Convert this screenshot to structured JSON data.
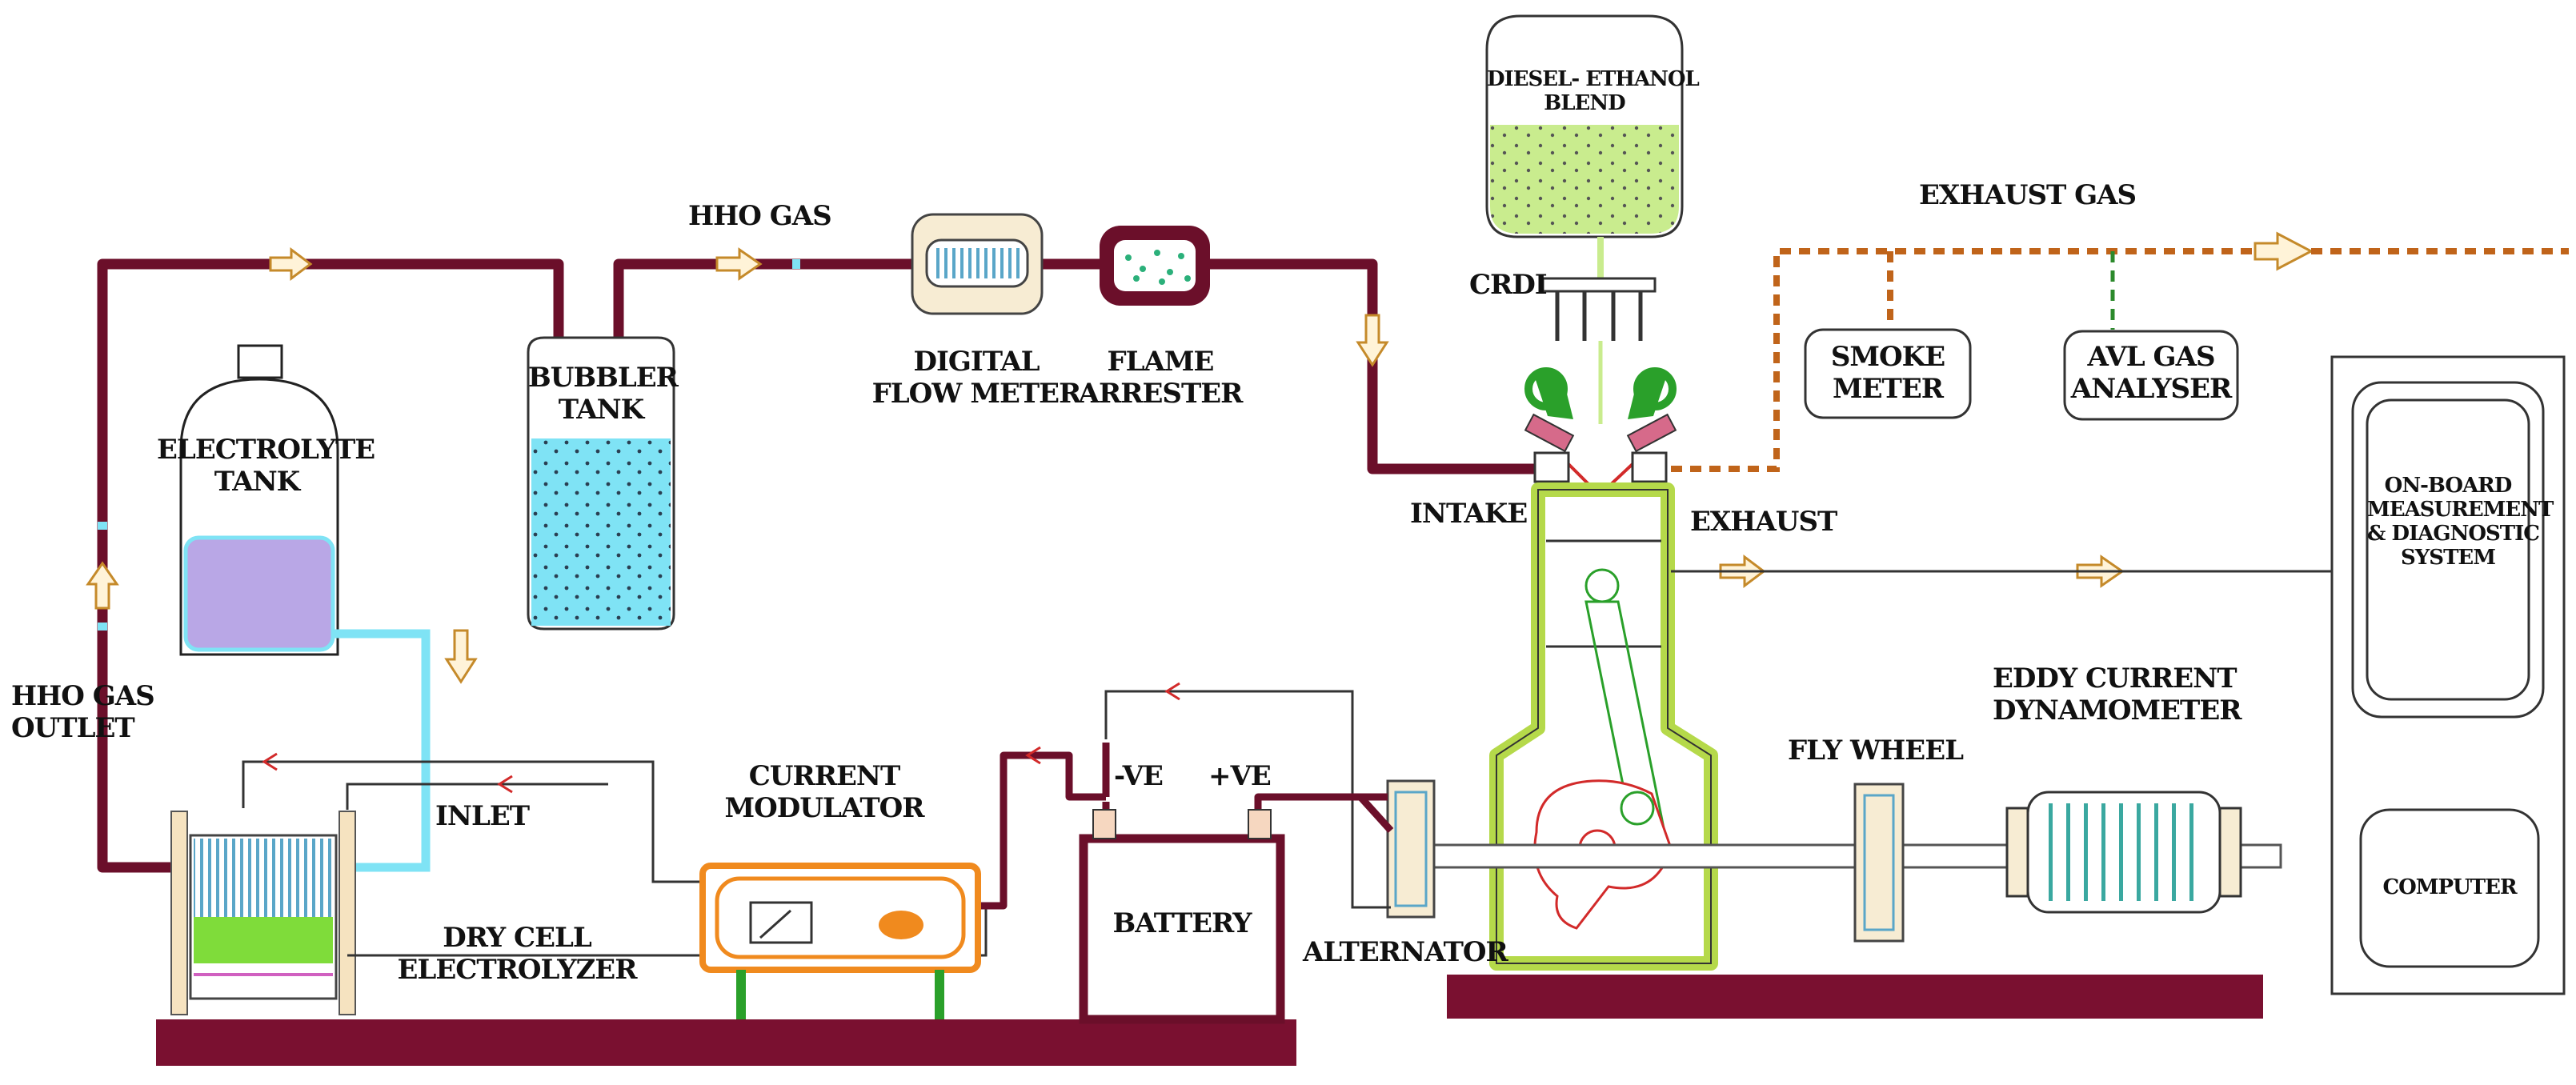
{
  "labels": {
    "diesel_ethanol": [
      "DIESEL- ETHANOL",
      "BLEND"
    ],
    "crdi": "CRDI",
    "hho_gas": "HHO GAS",
    "exhaust_gas": "EXHAUST GAS",
    "bubbler_tank": [
      "BUBBLER",
      "TANK"
    ],
    "digital_flow_meter": [
      "DIGITAL",
      "FLOW METER"
    ],
    "flame_arrester": [
      "FLAME",
      "ARRESTER"
    ],
    "smoke_meter": [
      "SMOKE",
      "METER"
    ],
    "avl_gas_analyser": [
      "AVL GAS",
      "ANALYSER"
    ],
    "electrolyte_tank": [
      "ELECTROLYTE",
      "TANK"
    ],
    "intake": "INTAKE",
    "exhaust": "EXHAUST",
    "onboard": [
      "ON-BOARD",
      "MEASUREMENT",
      "& DIAGNOSTIC",
      "SYSTEM"
    ],
    "computer": "COMPUTER",
    "hho_gas_outlet": [
      "HHO GAS",
      "OUTLET"
    ],
    "inlet": "INLET",
    "current_modulator": [
      "CURRENT",
      "MODULATOR"
    ],
    "neg": "-VE",
    "pos": "+VE",
    "battery": "BATTERY",
    "fly_wheel": "FLY WHEEL",
    "eddy_current": [
      "EDDY CURRENT",
      "DYNAMOMETER"
    ],
    "dry_cell": [
      "DRY CELL",
      "ELECTROLYZER"
    ],
    "alternator": "ALTERNATOR"
  },
  "colors": {
    "pipe": "#6b0f2a",
    "base": "#7a1030",
    "water": "#7fe3f5",
    "fuel": "#c9ec8e",
    "electrolyte": "#b9a7e6",
    "electrolyzer_fill": "#7fdc3a",
    "exhaust_dotted": "#c0641a",
    "engine_outline": "#b5d94a",
    "modulator": "#f08a1e",
    "electrode": "#8fd6d6",
    "green_line": "#2c8a2c",
    "red_line": "#d22a2a",
    "arrow_fill": "#fff3d8",
    "arrow_stroke": "#c58a2a"
  }
}
